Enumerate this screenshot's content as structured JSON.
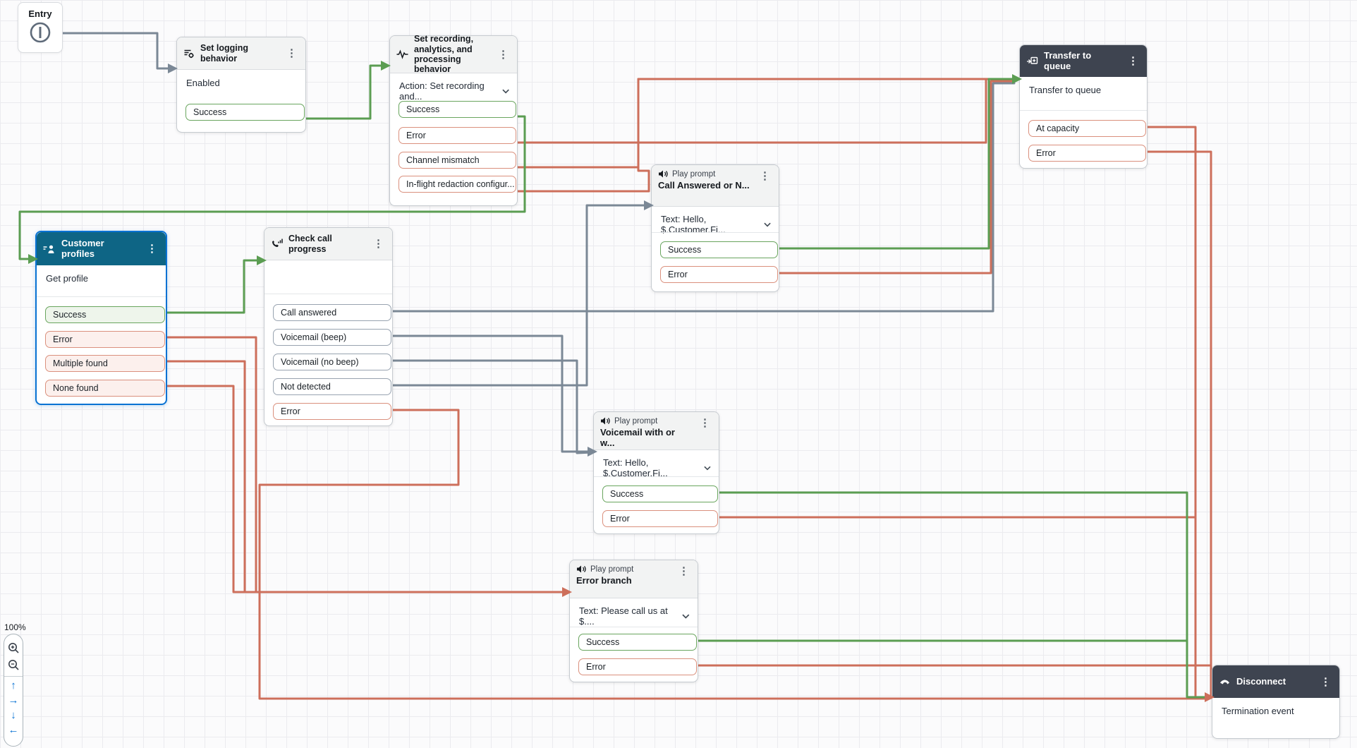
{
  "colors": {
    "success_wire": "#5b9d52",
    "error_wire": "#cd6f5b",
    "neutral_wire": "#7b8896",
    "selected_accent": "#0972d3",
    "teal_header": "#0e6585",
    "dark_header": "#3e4450"
  },
  "nodes": {
    "entry": {
      "title": "Entry"
    },
    "set_logging": {
      "title": "Set logging behavior",
      "body": "Enabled",
      "outputs": [
        {
          "label": "Success",
          "type": "success"
        }
      ]
    },
    "set_recording": {
      "title": "Set recording, analytics, and processing behavior",
      "action": "Action: Set recording and...",
      "outputs": [
        {
          "label": "Success",
          "type": "success"
        },
        {
          "label": "Error",
          "type": "error"
        },
        {
          "label": "Channel mismatch",
          "type": "error"
        },
        {
          "label": "In-flight redaction configur...",
          "type": "error"
        }
      ]
    },
    "customer_profiles": {
      "title": "Customer profiles",
      "body": "Get profile",
      "outputs": [
        {
          "label": "Success",
          "type": "success"
        },
        {
          "label": "Error",
          "type": "error"
        },
        {
          "label": "Multiple found",
          "type": "error"
        },
        {
          "label": "None found",
          "type": "error"
        }
      ]
    },
    "check_call_progress": {
      "title": "Check call progress",
      "outputs": [
        {
          "label": "Call answered",
          "type": "neutral"
        },
        {
          "label": "Voicemail (beep)",
          "type": "neutral"
        },
        {
          "label": "Voicemail (no beep)",
          "type": "neutral"
        },
        {
          "label": "Not detected",
          "type": "neutral"
        },
        {
          "label": "Error",
          "type": "error"
        }
      ]
    },
    "play_prompt_call_answered": {
      "kind": "Play prompt",
      "title": "Call Answered or N...",
      "body": "Text: Hello, $.Customer.Fi...",
      "outputs": [
        {
          "label": "Success",
          "type": "success"
        },
        {
          "label": "Error",
          "type": "error"
        }
      ]
    },
    "play_prompt_voicemail": {
      "kind": "Play prompt",
      "title": "Voicemail with or w...",
      "body": "Text: Hello, $.Customer.Fi...",
      "outputs": [
        {
          "label": "Success",
          "type": "success"
        },
        {
          "label": "Error",
          "type": "error"
        }
      ]
    },
    "play_prompt_error_branch": {
      "kind": "Play prompt",
      "title": "Error branch",
      "body": "Text: Please call us at $....",
      "outputs": [
        {
          "label": "Success",
          "type": "success"
        },
        {
          "label": "Error",
          "type": "error"
        }
      ]
    },
    "transfer_to_queue": {
      "title": "Transfer to queue",
      "body": "Transfer to queue",
      "outputs": [
        {
          "label": "At capacity",
          "type": "error"
        },
        {
          "label": "Error",
          "type": "error"
        }
      ]
    },
    "disconnect": {
      "title": "Disconnect",
      "body": "Termination event"
    }
  },
  "controls": {
    "zoom_label": "100%",
    "kebab_glyph": "⋮",
    "pan_up": "↑",
    "pan_right": "→",
    "pan_down": "↓",
    "pan_left": "←"
  }
}
